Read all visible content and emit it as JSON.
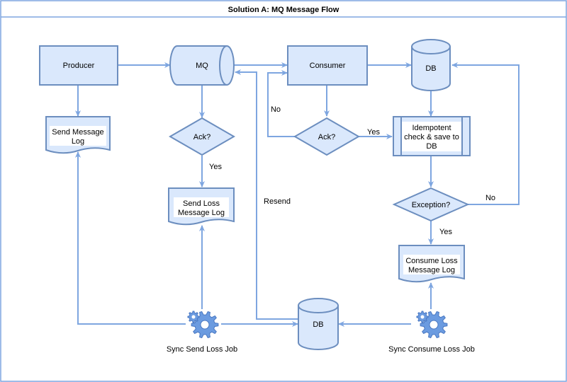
{
  "title": "Solution A: MQ Message Flow",
  "nodes": {
    "producer": "Producer",
    "mq": "MQ",
    "consumer": "Consumer",
    "db_top": "DB",
    "send_log": [
      "Send Message",
      "Log"
    ],
    "ack_send": "Ack?",
    "ack_consume": "Ack?",
    "idempotent": [
      "Idempotent",
      "check & save to",
      "DB"
    ],
    "send_loss_log": [
      "Send Loss",
      "Message Log"
    ],
    "exception": "Exception?",
    "consume_loss_log": [
      "Consume Loss",
      "Message Log"
    ],
    "db_bottom": "DB",
    "sync_send_job": "Sync Send Loss Job",
    "sync_consume_job": "Sync Consume Loss Job"
  },
  "edge_labels": {
    "no_left": "No",
    "yes_consume": "Yes",
    "yes_send": "Yes",
    "resend": "Resend",
    "no_right": "No",
    "yes_exception": "Yes"
  },
  "colors": {
    "fill": "#dae8fc",
    "stroke": "#6c8ebf",
    "edge": "#7ea6e0",
    "gear": "#6b9be0"
  }
}
